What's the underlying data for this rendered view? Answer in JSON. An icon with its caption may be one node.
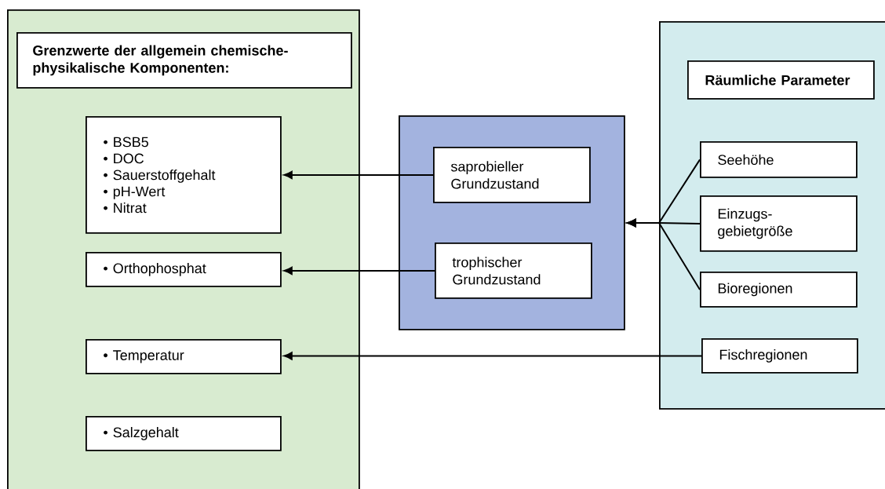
{
  "diagram": {
    "nodes": [
      {
        "text": [],
        "shape": "box"
      },
      {
        "text": [
          "Grenzwerte der allgemein chemische-physikalische Komponenten:"
        ],
        "in": 0
      },
      {
        "text": [
          "• BSB5",
          "• DOC",
          "• Sauerstoffgehalt",
          "• pH-Wert",
          "• Nitrat"
        ],
        "in": 0
      },
      {
        "text": [
          "• Orthophosphat"
        ],
        "in": 0
      },
      {
        "text": [
          "• Temperatur"
        ],
        "in": 0
      },
      {
        "text": [
          "• Salzgehalt"
        ],
        "in": 0
      },
      {
        "text": [],
        "shape": "box"
      },
      {
        "text": [
          "saprobieller Grundzustand"
        ],
        "in": 6
      },
      {
        "text": [
          "trophischer Grundzustand"
        ],
        "in": 6
      },
      {
        "text": [],
        "shape": "box"
      },
      {
        "text": [
          "Räumliche Parameter"
        ],
        "in": 9
      },
      {
        "text": [
          "Seehöhe"
        ],
        "in": 9
      },
      {
        "text": [
          "Einzugs-gebietgröße"
        ],
        "in": 9
      },
      {
        "text": [
          "Bioregionen"
        ],
        "in": 9
      },
      {
        "text": [
          "Fischregionen"
        ],
        "in": 9
      }
    ],
    "edges": [
      {
        "from": 7,
        "to": 2,
        "arrow": "to"
      },
      {
        "from": 8,
        "to": 3,
        "arrow": "to"
      },
      {
        "from": 11,
        "to": 6,
        "arrow": "to"
      },
      {
        "from": 12,
        "to": 6,
        "arrow": "to"
      },
      {
        "from": 13,
        "to": 6,
        "arrow": "to"
      },
      {
        "from": 14,
        "to": 4,
        "arrow": "to"
      }
    ]
  }
}
